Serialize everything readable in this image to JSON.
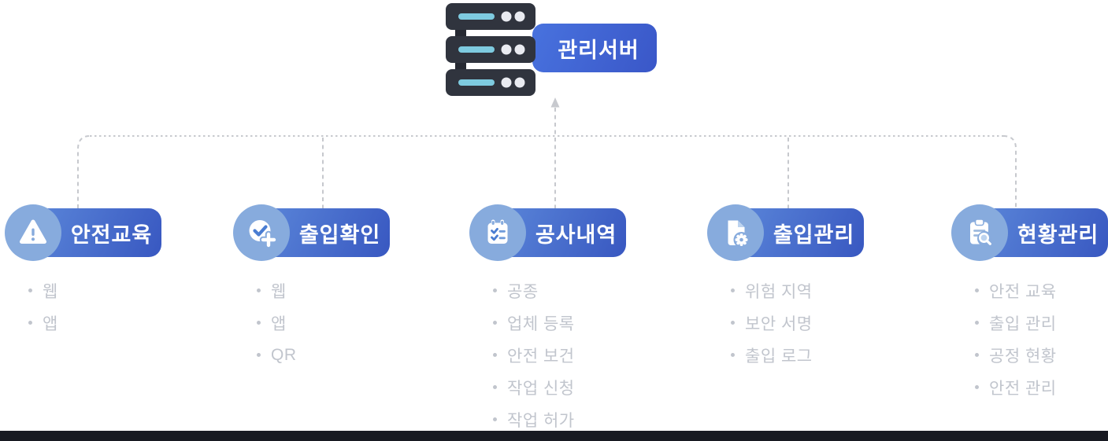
{
  "diagram": {
    "server": {
      "label": "관리서버"
    },
    "modules": [
      {
        "label": "안전교육",
        "icon": "warning-triangle-icon",
        "items": [
          "웹",
          "앱"
        ]
      },
      {
        "label": "출입확인",
        "icon": "check-circle-plus-icon",
        "items": [
          "웹",
          "앱",
          "QR"
        ]
      },
      {
        "label": "공사내역",
        "icon": "checklist-icon",
        "items": [
          "공종",
          "업체 등록",
          "안전 보건",
          "작업 신청",
          "작업 허가"
        ]
      },
      {
        "label": "출입관리",
        "icon": "document-gear-icon",
        "items": [
          "위험 지역",
          "보안 서명",
          "출입 로그"
        ]
      },
      {
        "label": "현황관리",
        "icon": "clipboard-search-icon",
        "items": [
          "안전 교육",
          "출입 관리",
          "공정 현황",
          "안전 관리"
        ]
      }
    ],
    "colors": {
      "pill_grad_a": "#5c88da",
      "pill_grad_b": "#3a5ac2",
      "label_grad_a": "#4872de",
      "label_grad_b": "#3a57c8",
      "icon_circle": "#87abdd",
      "accent_check": "#4a7dd2",
      "icon_line": "#6f9bda",
      "icon_line_light": "#9db9de",
      "fold_blue": "#bcd3ef",
      "server_body": "#30343e",
      "server_spine": "#262932",
      "server_slot": "#7ecbe0",
      "server_dot": "#e9ebf1",
      "connector": "#c7c9ce",
      "list_text": "#c1c5cd",
      "bottom_bar": "#181a22"
    }
  }
}
